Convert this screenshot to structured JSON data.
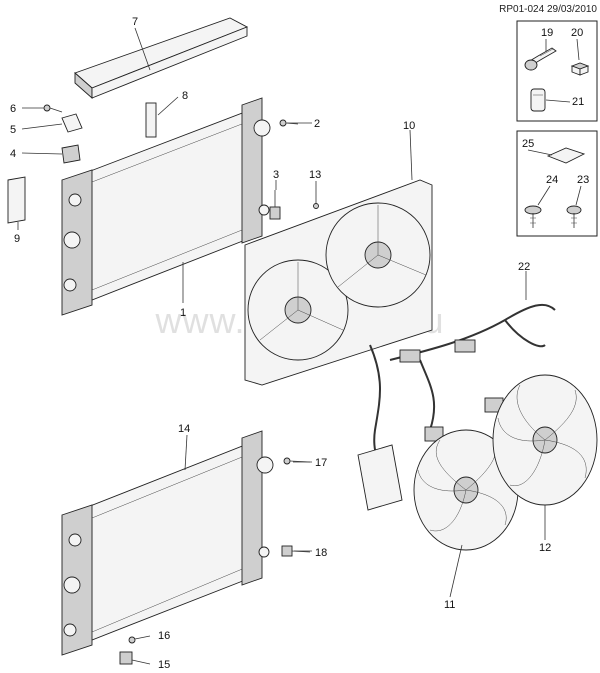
{
  "doc_id": "RP01-024 29/03/2010",
  "watermark": "www.gm-sklad.ru",
  "callouts": [
    {
      "id": "c1",
      "label": "1"
    },
    {
      "id": "c2",
      "label": "2"
    },
    {
      "id": "c3",
      "label": "3"
    },
    {
      "id": "c4",
      "label": "4"
    },
    {
      "id": "c5",
      "label": "5"
    },
    {
      "id": "c6",
      "label": "6"
    },
    {
      "id": "c7",
      "label": "7"
    },
    {
      "id": "c8",
      "label": "8"
    },
    {
      "id": "c9",
      "label": "9"
    },
    {
      "id": "c10",
      "label": "10"
    },
    {
      "id": "c11",
      "label": "11"
    },
    {
      "id": "c12",
      "label": "12"
    },
    {
      "id": "c13",
      "label": "13"
    },
    {
      "id": "c14",
      "label": "14"
    },
    {
      "id": "c15",
      "label": "15"
    },
    {
      "id": "c16",
      "label": "16"
    },
    {
      "id": "c17",
      "label": "17"
    },
    {
      "id": "c18",
      "label": "18"
    },
    {
      "id": "c19",
      "label": "19"
    },
    {
      "id": "c20",
      "label": "20"
    },
    {
      "id": "c21",
      "label": "21"
    },
    {
      "id": "c22",
      "label": "22"
    },
    {
      "id": "c23",
      "label": "23"
    },
    {
      "id": "c24",
      "label": "24"
    },
    {
      "id": "c25",
      "label": "25"
    }
  ]
}
